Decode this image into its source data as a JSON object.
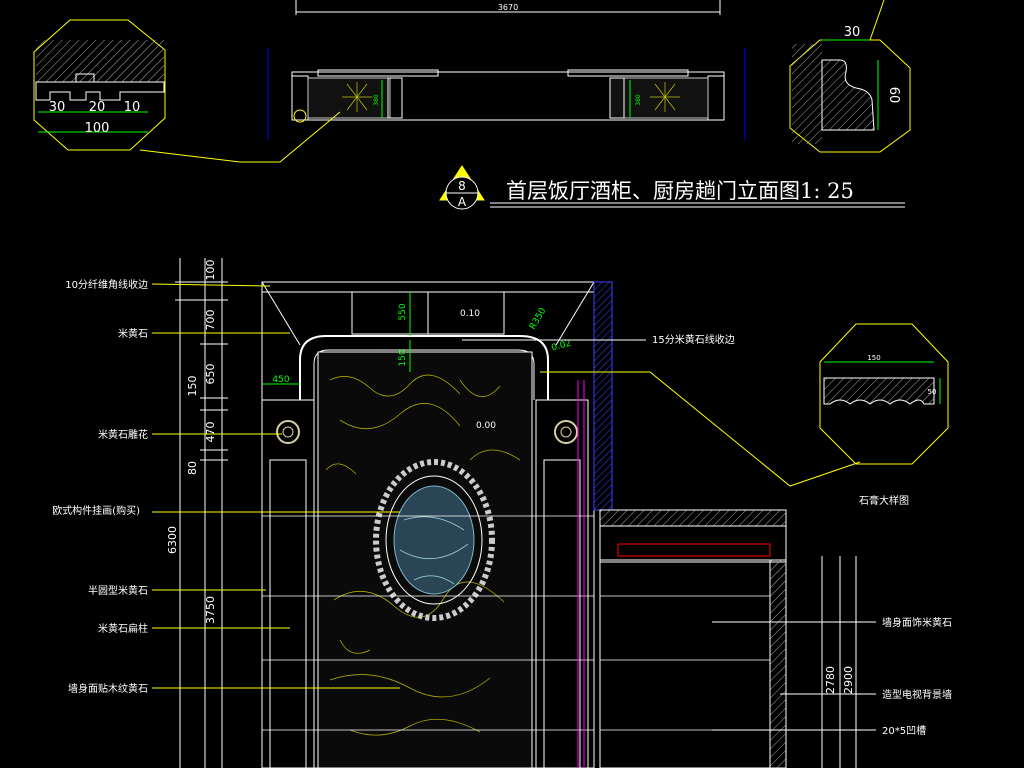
{
  "drawing": {
    "title": "首层饭厅酒柜、厨房趟门立面图1: 25",
    "section_symbol": {
      "top": "8",
      "bottom": "A"
    },
    "plan_width_dim": "3670",
    "plan_depth_dim": "380",
    "profile_left": {
      "dims": [
        "30",
        "20",
        "10"
      ],
      "total": "100"
    },
    "profile_right": {
      "dims": [
        "30",
        "60"
      ]
    },
    "profile_small": {
      "width": "150",
      "height": "50",
      "caption": "石膏大样图"
    },
    "elevation": {
      "left_dims": [
        "100",
        "700",
        "650",
        "150",
        "470",
        "80",
        "3750"
      ],
      "total_height": "6300",
      "inner_dims": [
        "550",
        "150",
        "450"
      ],
      "arch_dims": [
        "R350",
        "0.02"
      ],
      "levels": [
        "0.10",
        "0.00"
      ],
      "right_dims": [
        "2780",
        "2900"
      ]
    },
    "labels_left": [
      "10分纤维角线收边",
      "米黄石",
      "米黄石雕花",
      "欧式构件挂画(购买)",
      "半圆型米黄石",
      "米黄石扁柱",
      "墙身面贴木纹黄石"
    ],
    "labels_right": [
      "15分米黄石线收边",
      "墙身面饰米黄石",
      "造型电视背景墙",
      "20*5凹槽"
    ],
    "colors": {
      "background": "#000000",
      "line": "#ffffff",
      "leader": "#ffff00",
      "dimension": "#00ff00",
      "marble_vein": "#c8c800",
      "wall_hatch": "#4040ff",
      "ornament": "#7fb5c8"
    }
  }
}
